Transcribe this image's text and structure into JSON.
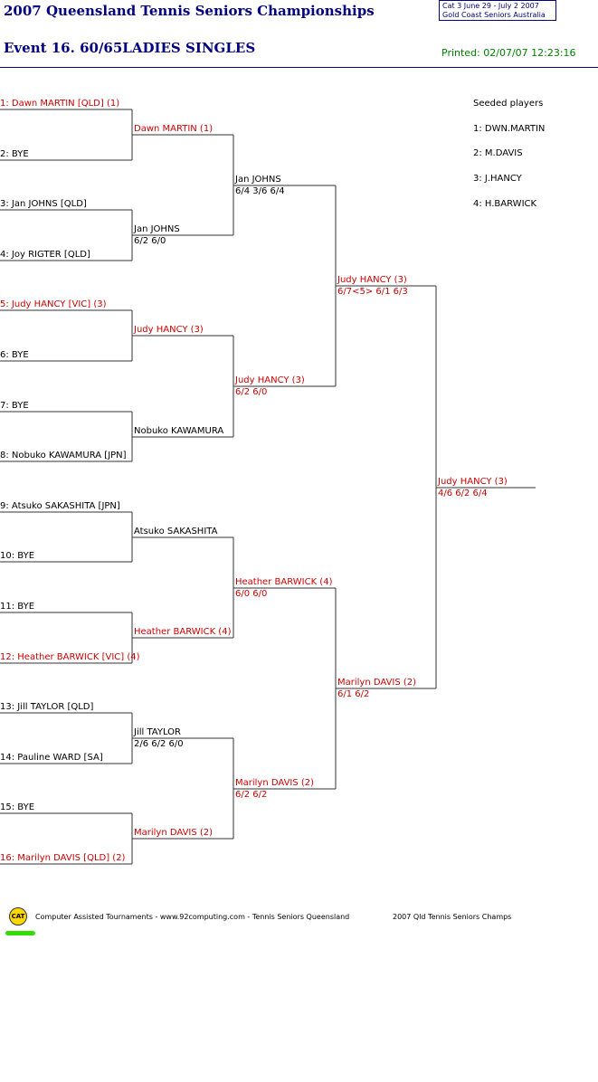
{
  "header": {
    "title": "2007 Queensland Tennis Seniors Championships",
    "event": "Event 16. 60/65LADIES SINGLES",
    "printed": "Printed: 02/07/07 12:23:16",
    "cat_line1": "Cat 3    June 29 - July 2 2007",
    "cat_line2": "Gold Coast Seniors    Australia"
  },
  "draw": {
    "round1": [
      {
        "text": "1: Dawn MARTIN [QLD] (1)",
        "color": "red"
      },
      {
        "text": "2: BYE",
        "color": "black"
      },
      {
        "text": "3: Jan JOHNS [QLD]",
        "color": "black"
      },
      {
        "text": "4: Joy RIGTER [QLD]",
        "color": "black"
      },
      {
        "text": "5: Judy HANCY [VIC] (3)",
        "color": "red"
      },
      {
        "text": "6: BYE",
        "color": "black"
      },
      {
        "text": "7: BYE",
        "color": "black"
      },
      {
        "text": "8: Nobuko KAWAMURA [JPN]",
        "color": "black"
      },
      {
        "text": "9: Atsuko SAKASHITA [JPN]",
        "color": "black"
      },
      {
        "text": "10: BYE",
        "color": "black"
      },
      {
        "text": "11: BYE",
        "color": "black"
      },
      {
        "text": "12: Heather BARWICK [VIC] (4)",
        "color": "red"
      },
      {
        "text": "13: Jill TAYLOR [QLD]",
        "color": "black"
      },
      {
        "text": "14: Pauline WARD [SA]",
        "color": "black"
      },
      {
        "text": "15: BYE",
        "color": "black"
      },
      {
        "text": "16: Marilyn DAVIS [QLD] (2)",
        "color": "red"
      }
    ],
    "round2": [
      {
        "name": "Dawn MARTIN (1)",
        "score": "",
        "color": "red"
      },
      {
        "name": "Jan JOHNS",
        "score": "6/2 6/0",
        "color": "black"
      },
      {
        "name": "Judy HANCY (3)",
        "score": "",
        "color": "red"
      },
      {
        "name": "Nobuko KAWAMURA",
        "score": "",
        "color": "black"
      },
      {
        "name": "Atsuko SAKASHITA",
        "score": "",
        "color": "black"
      },
      {
        "name": "Heather BARWICK (4)",
        "score": "",
        "color": "red"
      },
      {
        "name": "Jill TAYLOR",
        "score": "2/6 6/2 6/0",
        "color": "black"
      },
      {
        "name": "Marilyn DAVIS (2)",
        "score": "",
        "color": "red"
      }
    ],
    "round3": [
      {
        "name": "Jan JOHNS",
        "score": "6/4 3/6 6/4",
        "color": "black"
      },
      {
        "name": "Judy HANCY (3)",
        "score": "6/2 6/0",
        "color": "red"
      },
      {
        "name": "Heather BARWICK (4)",
        "score": "6/0 6/0",
        "color": "red"
      },
      {
        "name": "Marilyn DAVIS (2)",
        "score": "6/2 6/2",
        "color": "red"
      }
    ],
    "round4": [
      {
        "name": "Judy HANCY (3)",
        "score": "6/7<5> 6/1 6/3",
        "color": "red"
      },
      {
        "name": "Marilyn DAVIS (2)",
        "score": "6/1 6/2",
        "color": "red"
      }
    ],
    "final": {
      "name": "Judy HANCY (3)",
      "score": "4/6 6/2 6/4",
      "color": "red"
    }
  },
  "seeds": {
    "heading": "Seeded players",
    "items": [
      "1: DWN.MARTIN",
      "2: M.DAVIS",
      "3: J.HANCY",
      "4: H.BARWICK"
    ]
  },
  "footer": {
    "logo": "CAT",
    "text": "Computer Assisted Tournaments - www.92computing.com -  Tennis Seniors Queensland",
    "right": "2007 Qld Tennis Seniors Champs"
  },
  "colors": {
    "red": "#cc0000",
    "black": "#000000",
    "navy": "#000080",
    "green": "#008000"
  }
}
